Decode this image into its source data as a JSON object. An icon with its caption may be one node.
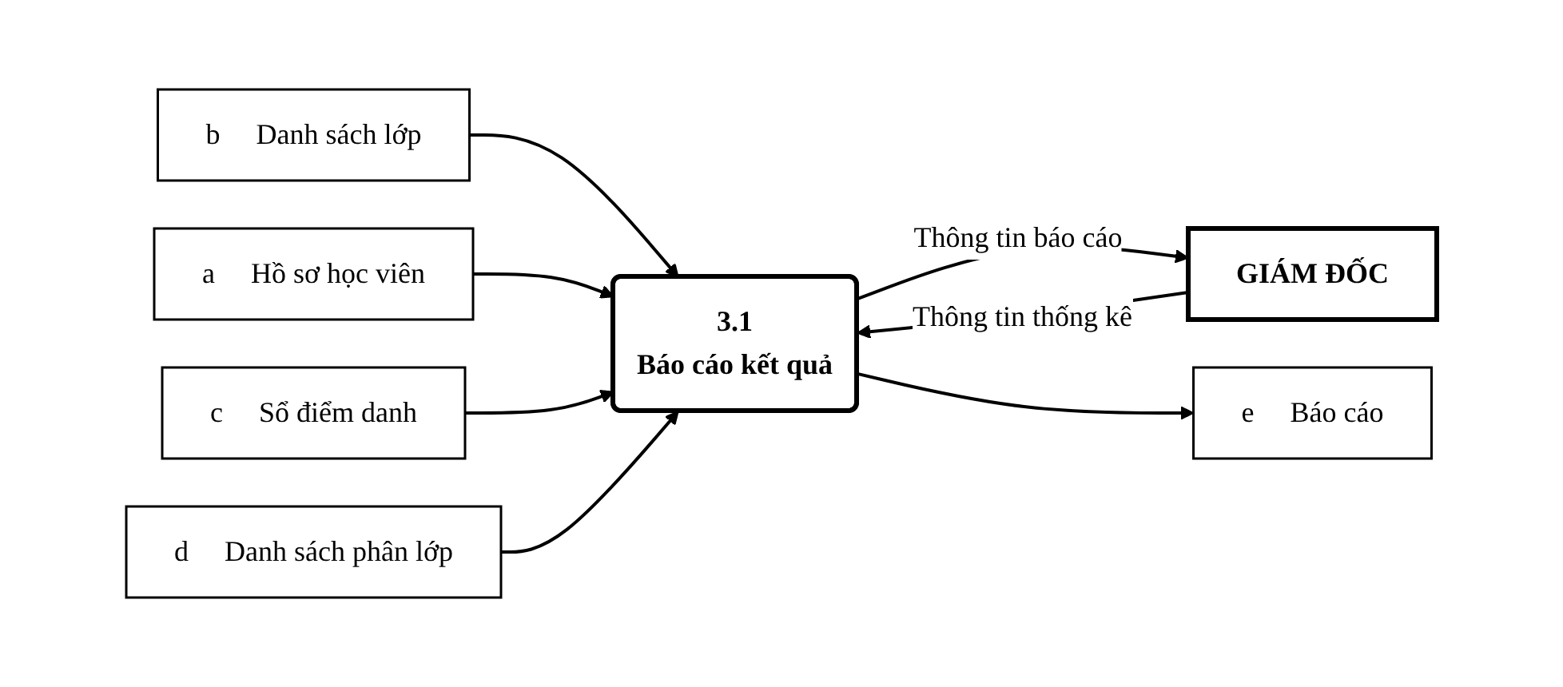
{
  "diagram": {
    "nodes": [
      {
        "text": [
          "3.1",
          "Báo cáo kết quả"
        ]
      },
      {
        "text": [
          "GIÁM ĐỐC"
        ]
      },
      {
        "text": [
          "b",
          "Danh sách lớp"
        ]
      },
      {
        "text": [
          "e",
          "Báo cáo"
        ]
      },
      {
        "text": [
          "a",
          "Hồ sơ học viên"
        ]
      },
      {
        "text": [
          "c",
          "Sổ điểm danh"
        ]
      },
      {
        "text": [
          "d",
          "Danh sách phân lớp"
        ]
      }
    ],
    "edges": [
      {
        "from": 0,
        "to": 1,
        "arrow": "to",
        "label": "Thông tin báo cáo"
      },
      {
        "from": 1,
        "to": 0,
        "arrow": "to",
        "label": "Thông tin thống kê"
      },
      {
        "from": 2,
        "to": 0,
        "arrow": "to"
      },
      {
        "from": 0,
        "to": 3,
        "arrow": "to"
      },
      {
        "from": 4,
        "to": 0,
        "arrow": "to"
      },
      {
        "from": 5,
        "to": 0,
        "arrow": "to"
      },
      {
        "from": 6,
        "to": 0,
        "arrow": "to"
      }
    ]
  }
}
